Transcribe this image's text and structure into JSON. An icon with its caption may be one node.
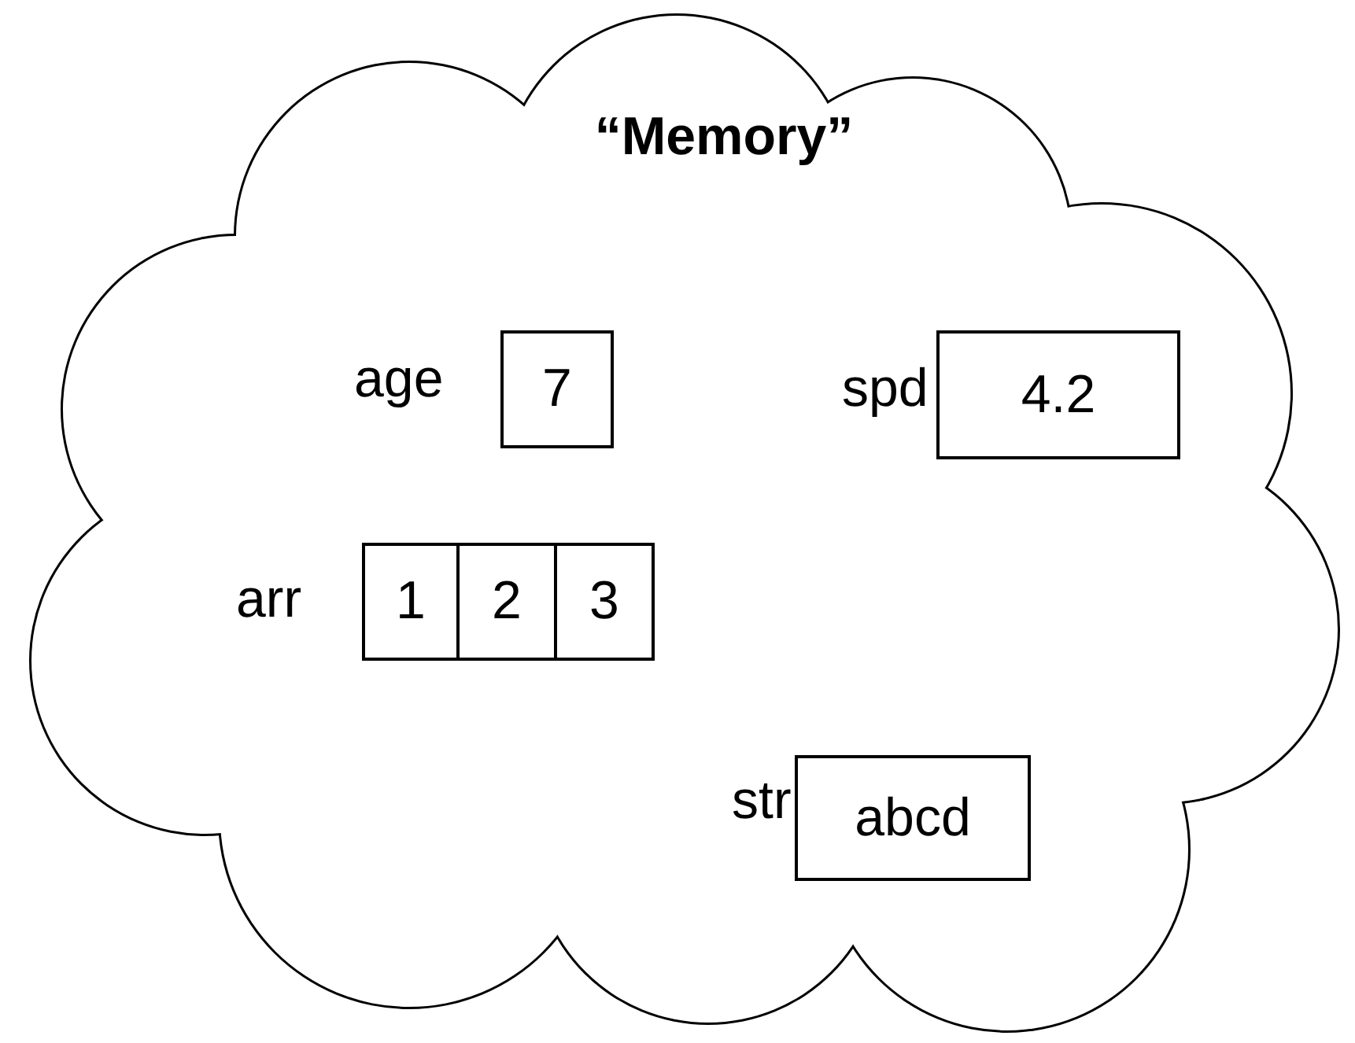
{
  "diagram": {
    "nodes": [
      {
        "text": [
          "“Memory”"
        ]
      },
      {
        "text": [
          "7"
        ],
        "in": 0,
        "beside": [
          "age"
        ]
      },
      {
        "text": [
          "4.2"
        ],
        "in": 0,
        "beside": [
          "spd"
        ]
      },
      {
        "text": [
          "1"
        ],
        "in": 0,
        "beside": [
          "arr"
        ]
      },
      {
        "text": [
          "2"
        ],
        "in": 0
      },
      {
        "text": [
          "3"
        ],
        "in": 0
      },
      {
        "text": [
          "abcd"
        ],
        "in": 0,
        "beside": [
          "str"
        ]
      }
    ]
  }
}
